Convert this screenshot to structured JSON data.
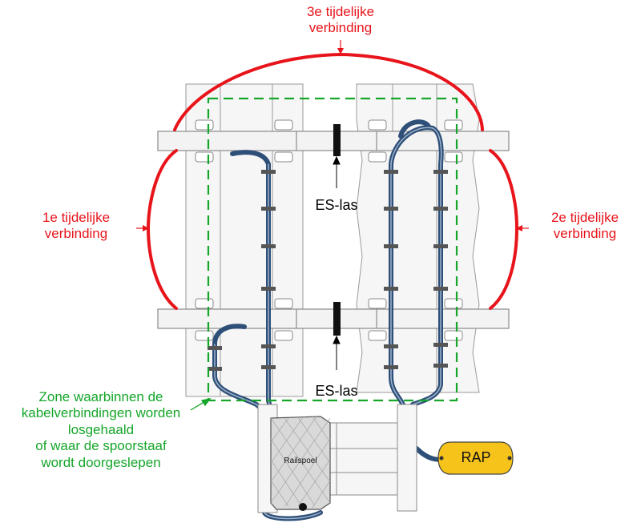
{
  "labels": {
    "conn3_line1": "3e tijdelijke",
    "conn3_line2": "verbinding",
    "conn1_line1": "1e tijdelijke",
    "conn1_line2": "verbinding",
    "conn2_line1": "2e tijdelijke",
    "conn2_line2": "verbinding",
    "es_las_top": "ES-las",
    "es_las_bottom": "ES-las",
    "zone_lines": [
      "Zone waarbinnen de",
      "kabelverbindingen worden",
      "losgehaald",
      "of waar de spoorstaaf",
      "wordt doorgeslepen"
    ],
    "railspoel": "Railspoel",
    "rap": "RAP"
  },
  "colors": {
    "connection": "#e8141b",
    "zone": "#15a62a",
    "cable": "#2e4f78",
    "rap_fill": "#f5c31a",
    "railspoel_fill": "#d9d9d9"
  }
}
